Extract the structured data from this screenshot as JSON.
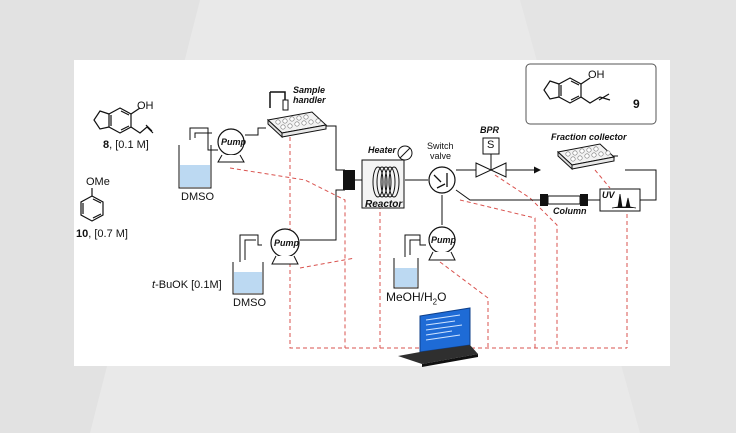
{
  "compound_8": {
    "oh": "OH",
    "label_number": "8",
    "label_conc": ", [0.1 M]"
  },
  "compound_10": {
    "ome": "OMe",
    "label_number": "10",
    "label_conc": ", [0.7 M]"
  },
  "compound_9": {
    "oh": "OH",
    "number": "9"
  },
  "pump_label": "Pump",
  "sample_handler": {
    "line1": "Sample",
    "line2": "handler"
  },
  "dmso_label": "DMSO",
  "tbuok_prefix": "t",
  "tbuok_rest": "-BuOK [0.1M]",
  "heater_label": "Heater",
  "reactor_label": "Reactor",
  "switch_valve": {
    "line1": "Switch",
    "line2": "valve"
  },
  "bpr": {
    "label": "BPR",
    "letter": "S"
  },
  "fraction_collector": "Fraction collector",
  "column_label": "Column",
  "uv_label": "UV",
  "meoh_main": "MeOH/H",
  "meoh_sub": "2",
  "meoh_end": "O",
  "colors": {
    "solvent": "#bcd9f2",
    "signal": "#d9534f",
    "panel": "#ffffff",
    "background": "#e9e9e9",
    "screen": "#1e6bd6"
  }
}
